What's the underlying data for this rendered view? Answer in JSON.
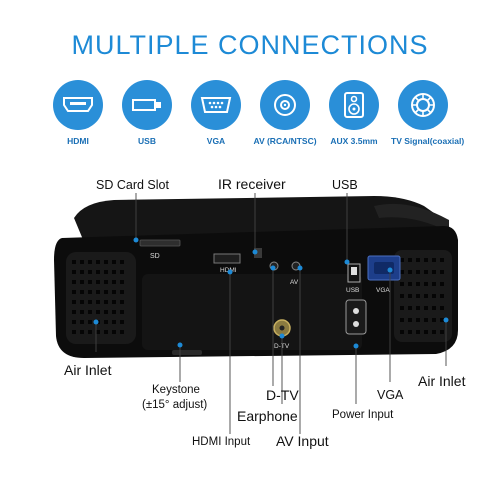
{
  "title": "MULTIPLE CONNECTIONS",
  "connections": [
    {
      "label": "HDMI",
      "icon": "hdmi-icon"
    },
    {
      "label": "USB",
      "icon": "usb-icon"
    },
    {
      "label": "VGA",
      "icon": "vga-icon"
    },
    {
      "label": "AV (RCA/NTSC)",
      "icon": "av-rca-icon"
    },
    {
      "label": "AUX 3.5mm",
      "icon": "speaker-icon"
    },
    {
      "label": "TV Signal(coaxial)",
      "icon": "coaxial-icon"
    }
  ],
  "device_markings": {
    "sd": "SD",
    "hdmi": "HDMI",
    "av": "AV",
    "usb": "USB",
    "vga": "VGA",
    "dtv": "D-TV"
  },
  "callouts": {
    "sd_card_slot": "SD Card Slot",
    "ir_receiver": "IR receiver",
    "usb": "USB",
    "air_inlet_left": "Air Inlet",
    "keystone_line1": "Keystone",
    "keystone_line2": "(±15° adjust)",
    "d_tv": "D-TV",
    "earphone": "Earphone",
    "power_input": "Power Input",
    "vga": "VGA",
    "air_inlet_right": "Air Inlet",
    "hdmi_input": "HDMI Input",
    "av_input": "AV Input"
  },
  "colors": {
    "accent": "#1d8ad6",
    "icon_bg": "#2a8fd8",
    "label": "#1a6fb5",
    "device_body": "#0c0c0c"
  }
}
